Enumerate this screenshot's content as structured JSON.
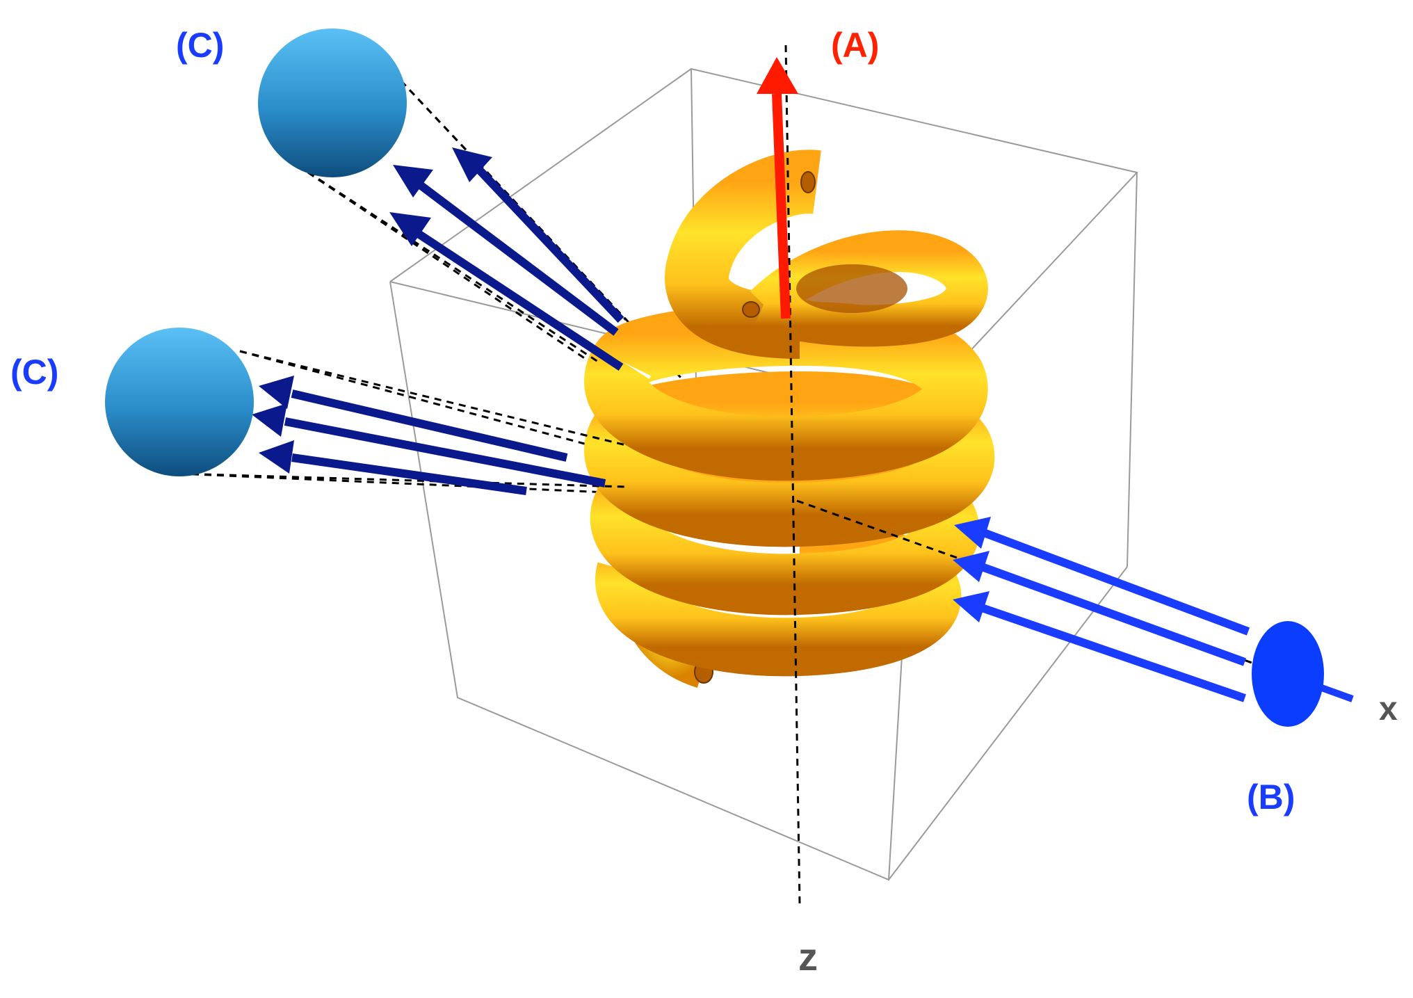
{
  "labels": {
    "A": "(A)",
    "B": "(B)",
    "C_top": "(C)",
    "C_left": "(C)",
    "x_axis": "x",
    "z_axis": "z"
  },
  "colors": {
    "arrow_A": "#ff1a00",
    "label_A": "#ff2200",
    "incoming_beam": "#1a3cff",
    "detector_B": "#0b3dff",
    "label_blue": "#1a3cff",
    "scattered_beam": "#0a1a8c",
    "detector_C_light": "#5ac0f5",
    "detector_C_dark": "#0e4d7d",
    "helix_light": "#ffe22a",
    "helix_mid": "#ffb21a",
    "helix_dark": "#b25a00",
    "axis_label": "#555555",
    "box": "#9a9a9a"
  },
  "icons": {
    "detector_C": "sphere",
    "detector_B": "ellipse-disk",
    "sample": "helix-coil",
    "polarization": "red-arrow"
  }
}
